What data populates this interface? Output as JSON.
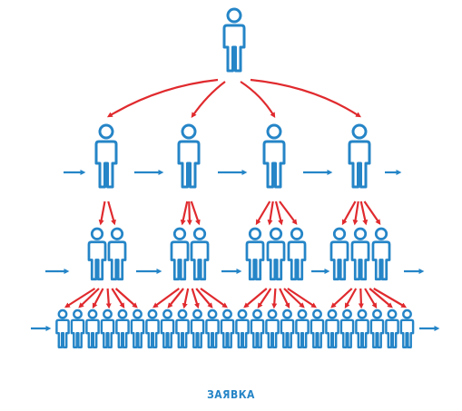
{
  "caption": "ЗАЯВКА",
  "colors": {
    "person": "#2585c7",
    "red_arrow": "#e02a2e",
    "blue_arrow": "#2585c7",
    "caption": "#2585c7"
  },
  "icons": {
    "person": "person-icon",
    "red_arrow": "arrow-icon",
    "blue_arrow": "arrow-right-icon"
  },
  "levels": [
    {
      "name": "top",
      "groups": 1,
      "people_per_group": 1
    },
    {
      "name": "level-2",
      "groups": 4,
      "people_per_group": 1
    },
    {
      "name": "level-3",
      "groups": 4,
      "people_per_group": [
        2,
        2,
        3,
        3
      ]
    },
    {
      "name": "base",
      "groups": 1,
      "people_per_group": 24
    }
  ]
}
